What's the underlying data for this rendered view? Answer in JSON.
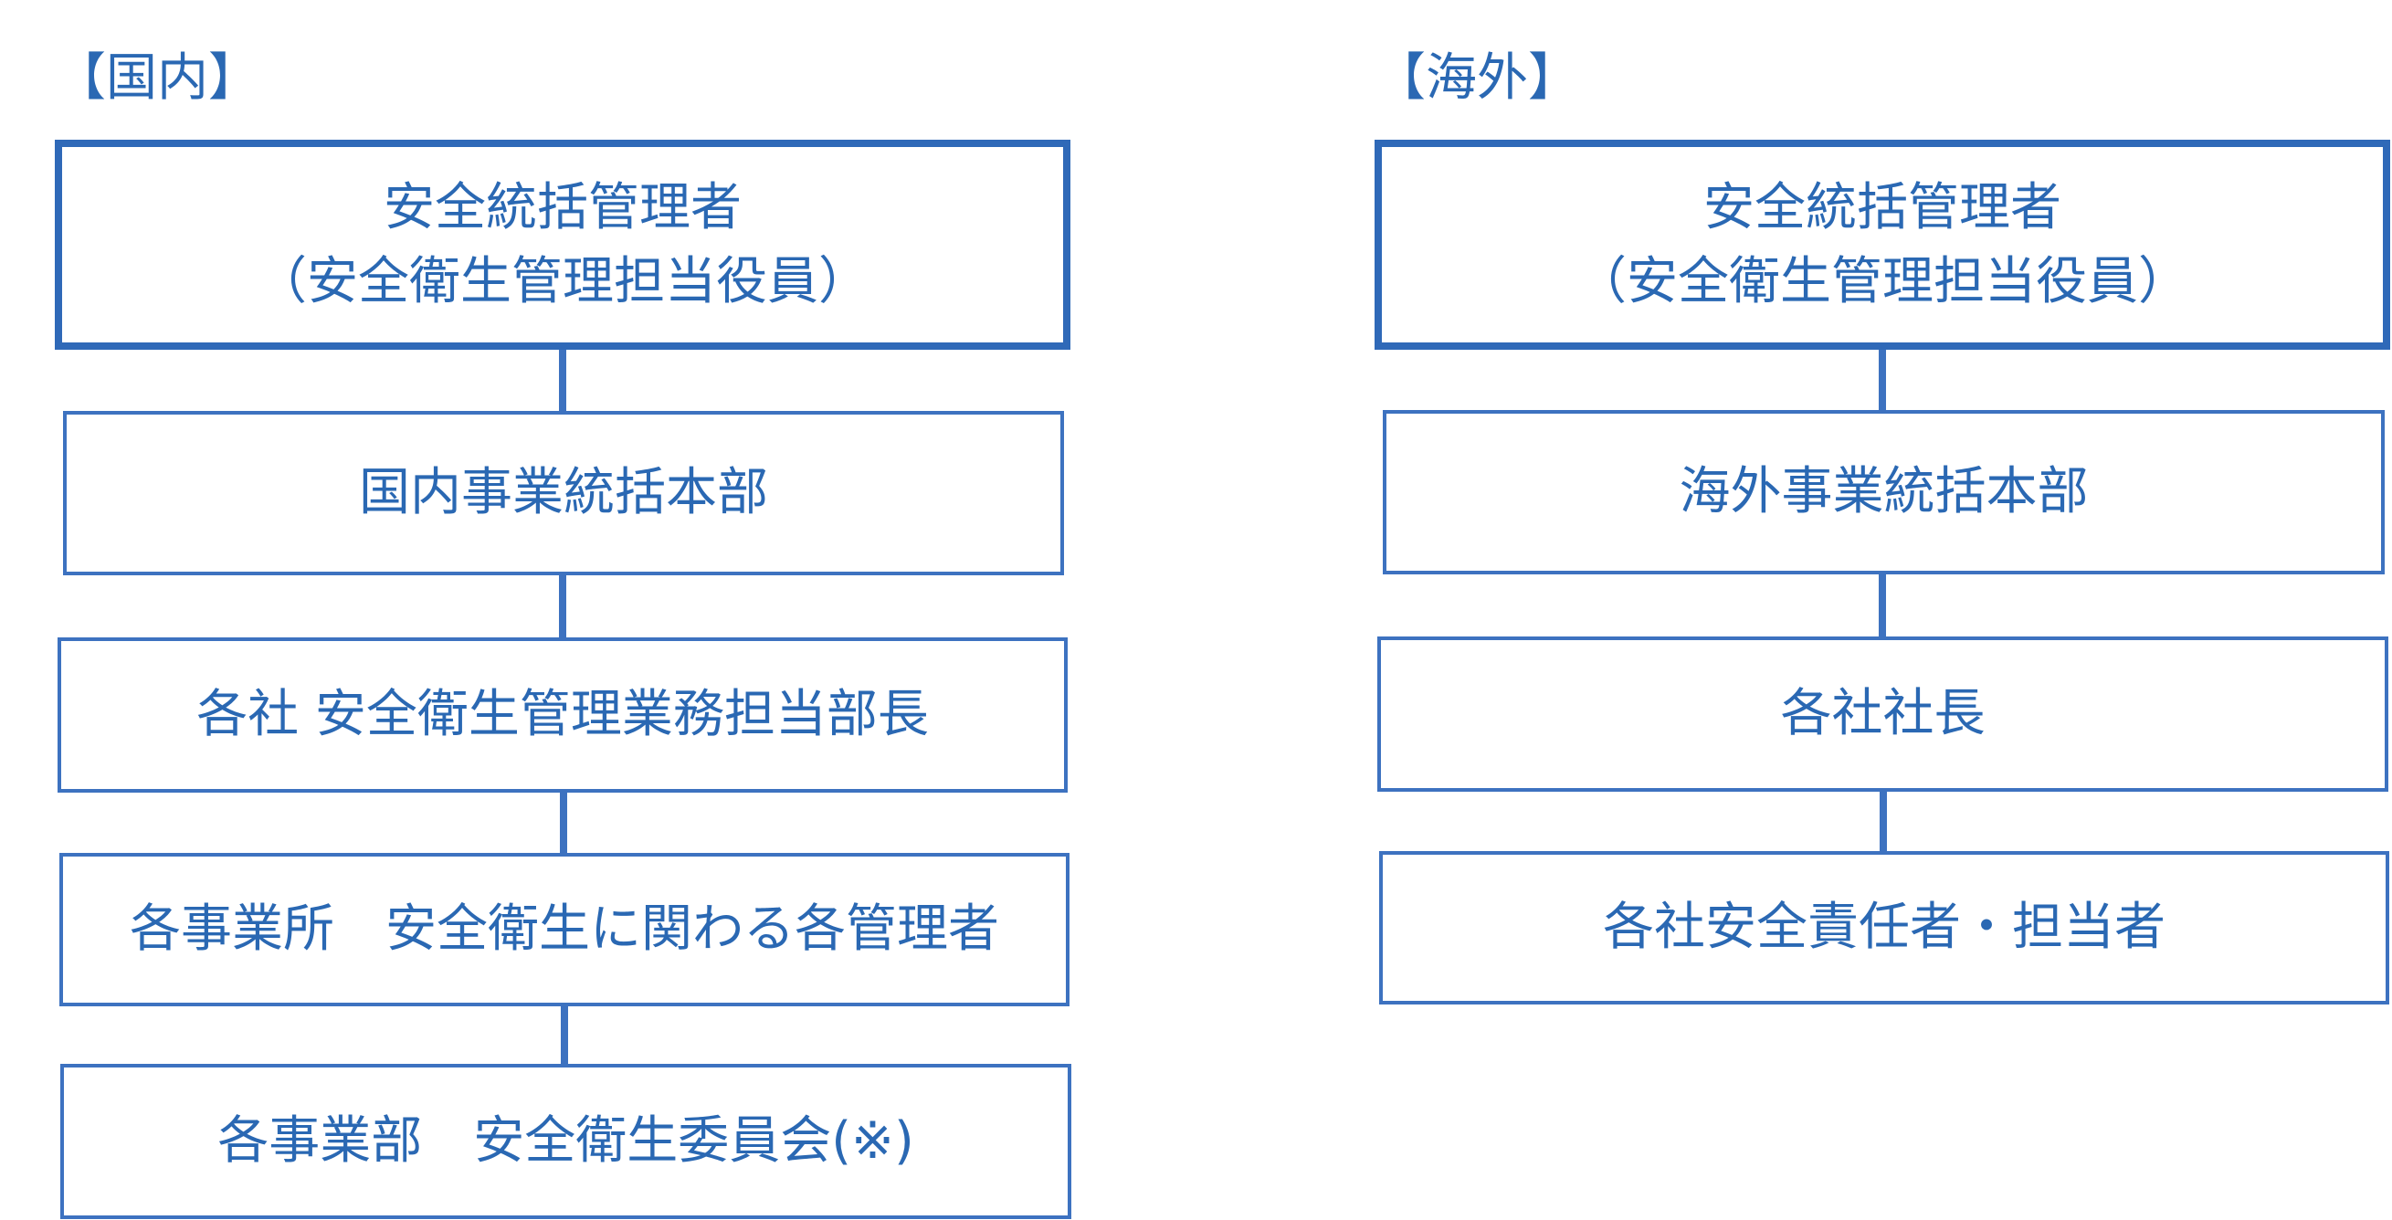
{
  "domestic": {
    "label": "【国内】",
    "boxes": [
      {
        "line1": "安全統括管理者",
        "line2": "（安全衛生管理担当役員）"
      },
      {
        "line1": "国内事業統括本部"
      },
      {
        "line1": "各社 安全衛生管理業務担当部長"
      },
      {
        "line1": "各事業所　安全衛生に関わる各管理者"
      },
      {
        "line1": "各事業部　安全衛生委員会(※)"
      }
    ]
  },
  "overseas": {
    "label": "【海外】",
    "boxes": [
      {
        "line1": "安全統括管理者",
        "line2": "（安全衛生管理担当役員）"
      },
      {
        "line1": "海外事業統括本部"
      },
      {
        "line1": "各社社長"
      },
      {
        "line1": "各社安全責任者・担当者"
      }
    ]
  },
  "colors": {
    "text": "#2a68b3",
    "border": "#3d72c0",
    "top_border": "#2f69b8"
  }
}
